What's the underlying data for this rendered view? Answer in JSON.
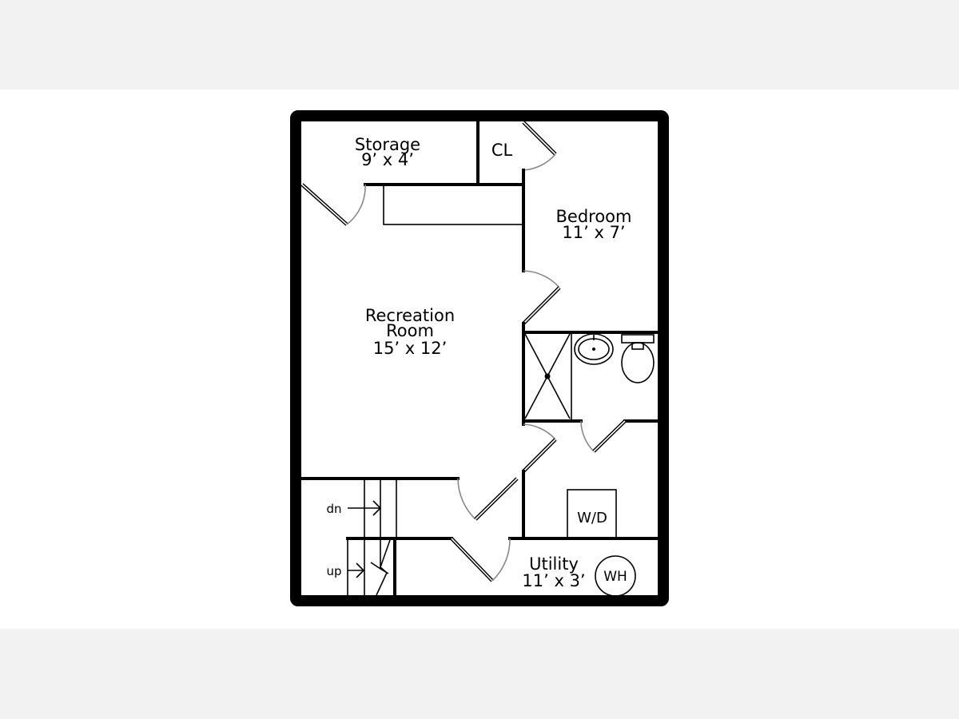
{
  "colors": {
    "background": "#f2f2f2",
    "plan_background": "#ffffff",
    "walls": "#000000",
    "door_swing": "#888888"
  },
  "rooms": {
    "storage": {
      "name": "Storage",
      "size": "9’ x 4’"
    },
    "closet": {
      "name": "CL"
    },
    "bedroom": {
      "name": "Bedroom",
      "size": "11’ x 7’"
    },
    "recreation": {
      "name_line1": "Recreation",
      "name_line2": "Room",
      "size": "15’ x 12’"
    },
    "utility": {
      "name": "Utility",
      "size": "11’ x 3’"
    }
  },
  "fixtures": {
    "washer_dryer": "W/D",
    "water_heater": "WH"
  },
  "stairs": {
    "down": "dn",
    "up": "up"
  }
}
